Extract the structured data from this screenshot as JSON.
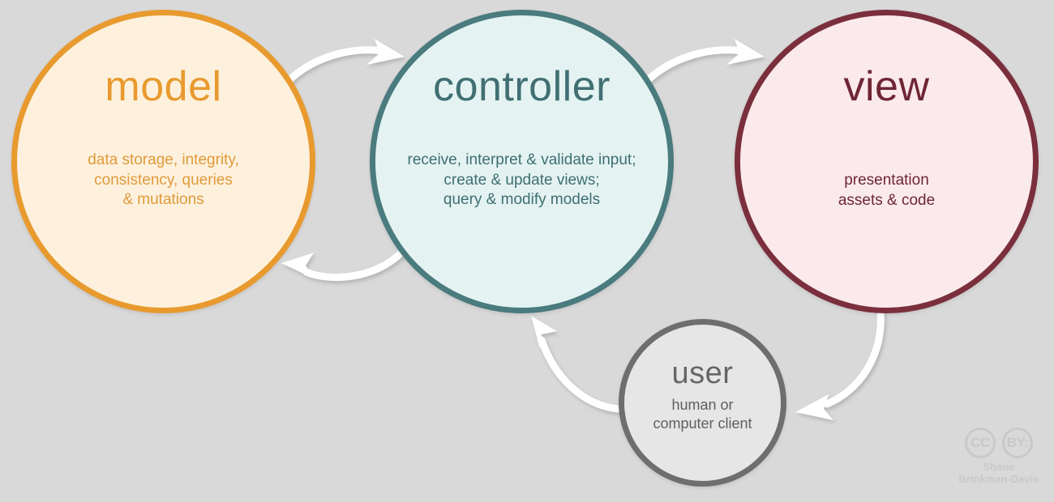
{
  "diagram": {
    "background_color": "#d9d9d9",
    "nodes": [
      {
        "id": "model",
        "title": "model",
        "description": "data storage, integrity,\nconsistency, queries\n& mutations",
        "border_color": "#e89a2f",
        "fill_color": "#fdf1dd",
        "text_color": "#e09a3c"
      },
      {
        "id": "controller",
        "title": "controller",
        "description": "receive, interpret & validate input;\ncreate & update views;\nquery & modify models",
        "border_color": "#4a7b7e",
        "fill_color": "#e4f3f2",
        "text_color": "#3f6e72"
      },
      {
        "id": "view",
        "title": "view",
        "description": "presentation\nassets & code",
        "border_color": "#7b2f3d",
        "fill_color": "#fbeaec",
        "text_color": "#6e2634"
      },
      {
        "id": "user",
        "title": "user",
        "description": "human or\ncomputer client",
        "border_color": "#6e6e6e",
        "fill_color": "#e6e6e6",
        "text_color": "#5f5f5f"
      }
    ],
    "arrows": [
      {
        "id": "model-to-controller",
        "from": "model",
        "to": "controller",
        "color": "#ffffff"
      },
      {
        "id": "controller-to-model",
        "from": "controller",
        "to": "model",
        "color": "#ffffff"
      },
      {
        "id": "controller-to-view",
        "from": "controller",
        "to": "view",
        "color": "#ffffff"
      },
      {
        "id": "view-to-user",
        "from": "view",
        "to": "user",
        "color": "#ffffff"
      },
      {
        "id": "user-to-controller",
        "from": "user",
        "to": "controller",
        "color": "#ffffff"
      }
    ]
  },
  "watermark": {
    "badge_cc": "CC",
    "badge_by": "BY:",
    "author": "Shane\nBrinkman-Davis",
    "color": "#c9c9c9"
  }
}
